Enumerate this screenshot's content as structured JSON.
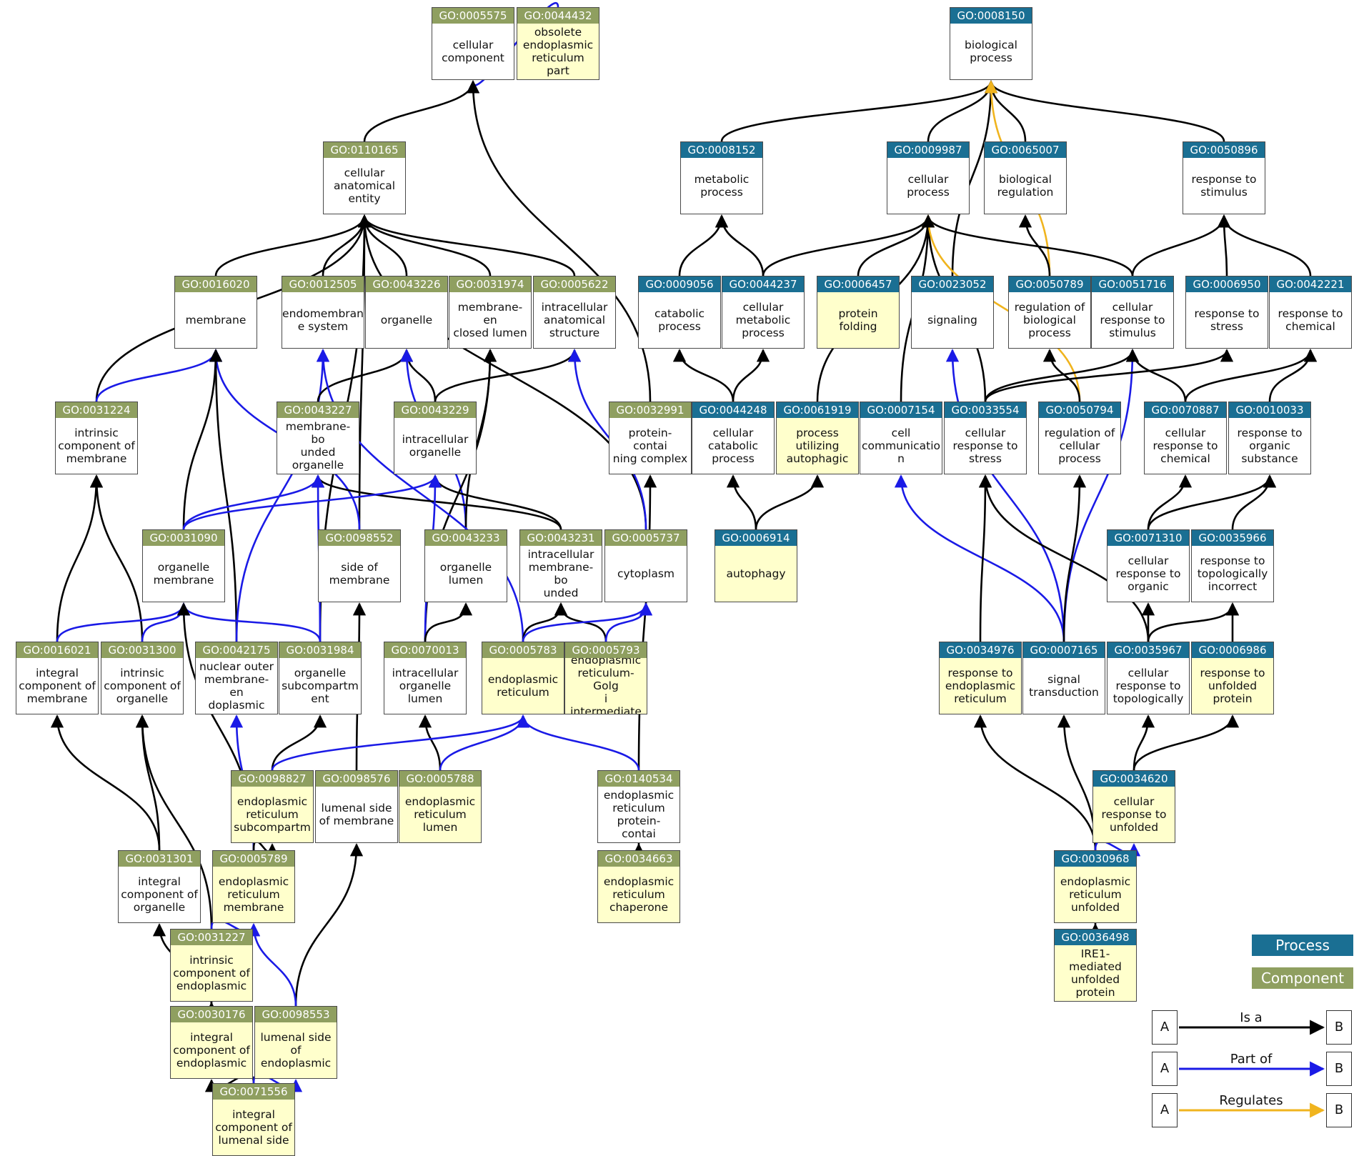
{
  "nodes": [
    {
      "id": "GO:0005575",
      "label": "cellular\ncomponent",
      "type": "component",
      "highlight": false
    },
    {
      "id": "GO:0044432",
      "label": "obsolete\nendoplasmic\nreticulum part",
      "type": "component",
      "highlight": true
    },
    {
      "id": "GO:0110165",
      "label": "cellular\nanatomical\nentity",
      "type": "component",
      "highlight": false
    },
    {
      "id": "GO:0016020",
      "label": "membrane",
      "type": "component",
      "highlight": false
    },
    {
      "id": "GO:0012505",
      "label": "endomembran\ne system",
      "type": "component",
      "highlight": false
    },
    {
      "id": "GO:0043226",
      "label": "organelle",
      "type": "component",
      "highlight": false
    },
    {
      "id": "GO:0031974",
      "label": "membrane-en\nclosed lumen",
      "type": "component",
      "highlight": false
    },
    {
      "id": "GO:0005622",
      "label": "intracellular\nanatomical\nstructure",
      "type": "component",
      "highlight": false
    },
    {
      "id": "GO:0031224",
      "label": "intrinsic\ncomponent of\nmembrane",
      "type": "component",
      "highlight": false
    },
    {
      "id": "GO:0043227",
      "label": "membrane-bo\nunded\norganelle",
      "type": "component",
      "highlight": false
    },
    {
      "id": "GO:0043229",
      "label": "intracellular\norganelle",
      "type": "component",
      "highlight": false
    },
    {
      "id": "GO:0032991",
      "label": "protein-contai\nning complex",
      "type": "component",
      "highlight": false
    },
    {
      "id": "GO:0031090",
      "label": "organelle\nmembrane",
      "type": "component",
      "highlight": false
    },
    {
      "id": "GO:0098552",
      "label": "side of\nmembrane",
      "type": "component",
      "highlight": false
    },
    {
      "id": "GO:0043233",
      "label": "organelle\nlumen",
      "type": "component",
      "highlight": false
    },
    {
      "id": "GO:0043231",
      "label": "intracellular\nmembrane-bo\nunded",
      "type": "component",
      "highlight": false
    },
    {
      "id": "GO:0005737",
      "label": "cytoplasm",
      "type": "component",
      "highlight": false
    },
    {
      "id": "GO:0016021",
      "label": "integral\ncomponent of\nmembrane",
      "type": "component",
      "highlight": false
    },
    {
      "id": "GO:0031300",
      "label": "intrinsic\ncomponent of\norganelle",
      "type": "component",
      "highlight": false
    },
    {
      "id": "GO:0042175",
      "label": "nuclear outer\nmembrane-en\ndoplasmic",
      "type": "component",
      "highlight": false
    },
    {
      "id": "GO:0031984",
      "label": "organelle\nsubcompartm\nent",
      "type": "component",
      "highlight": false
    },
    {
      "id": "GO:0070013",
      "label": "intracellular\norganelle\nlumen",
      "type": "component",
      "highlight": false
    },
    {
      "id": "GO:0005783",
      "label": "endoplasmic\nreticulum",
      "type": "component",
      "highlight": true
    },
    {
      "id": "GO:0005793",
      "label": "endoplasmic\nreticulum-Golg\ni intermediate",
      "type": "component",
      "highlight": true
    },
    {
      "id": "GO:0098827",
      "label": "endoplasmic\nreticulum\nsubcompartm",
      "type": "component",
      "highlight": true
    },
    {
      "id": "GO:0098576",
      "label": "lumenal side\nof membrane",
      "type": "component",
      "highlight": false
    },
    {
      "id": "GO:0005788",
      "label": "endoplasmic\nreticulum\nlumen",
      "type": "component",
      "highlight": true
    },
    {
      "id": "GO:0140534",
      "label": "endoplasmic\nreticulum\nprotein-contai",
      "type": "component",
      "highlight": false
    },
    {
      "id": "GO:0031301",
      "label": "integral\ncomponent of\norganelle",
      "type": "component",
      "highlight": false
    },
    {
      "id": "GO:0005789",
      "label": "endoplasmic\nreticulum\nmembrane",
      "type": "component",
      "highlight": true
    },
    {
      "id": "GO:0034663",
      "label": "endoplasmic\nreticulum\nchaperone",
      "type": "component",
      "highlight": true
    },
    {
      "id": "GO:0031227",
      "label": "intrinsic\ncomponent of\nendoplasmic",
      "type": "component",
      "highlight": true
    },
    {
      "id": "GO:0030176",
      "label": "integral\ncomponent of\nendoplasmic",
      "type": "component",
      "highlight": true
    },
    {
      "id": "GO:0098553",
      "label": "lumenal side\nof\nendoplasmic",
      "type": "component",
      "highlight": true
    },
    {
      "id": "GO:0071556",
      "label": "integral\ncomponent of\nlumenal side",
      "type": "component",
      "highlight": true
    },
    {
      "id": "GO:0008150",
      "label": "biological\nprocess",
      "type": "process",
      "highlight": false
    },
    {
      "id": "GO:0008152",
      "label": "metabolic\nprocess",
      "type": "process",
      "highlight": false
    },
    {
      "id": "GO:0009987",
      "label": "cellular\nprocess",
      "type": "process",
      "highlight": false
    },
    {
      "id": "GO:0065007",
      "label": "biological\nregulation",
      "type": "process",
      "highlight": false
    },
    {
      "id": "GO:0050896",
      "label": "response to\nstimulus",
      "type": "process",
      "highlight": false
    },
    {
      "id": "GO:0009056",
      "label": "catabolic\nprocess",
      "type": "process",
      "highlight": false
    },
    {
      "id": "GO:0044237",
      "label": "cellular\nmetabolic\nprocess",
      "type": "process",
      "highlight": false
    },
    {
      "id": "GO:0006457",
      "label": "protein folding",
      "type": "process",
      "highlight": true
    },
    {
      "id": "GO:0023052",
      "label": "signaling",
      "type": "process",
      "highlight": false
    },
    {
      "id": "GO:0050789",
      "label": "regulation of\nbiological\nprocess",
      "type": "process",
      "highlight": false
    },
    {
      "id": "GO:0051716",
      "label": "cellular\nresponse to\nstimulus",
      "type": "process",
      "highlight": false
    },
    {
      "id": "GO:0006950",
      "label": "response to\nstress",
      "type": "process",
      "highlight": false
    },
    {
      "id": "GO:0042221",
      "label": "response to\nchemical",
      "type": "process",
      "highlight": false
    },
    {
      "id": "GO:0044248",
      "label": "cellular\ncatabolic\nprocess",
      "type": "process",
      "highlight": false
    },
    {
      "id": "GO:0061919",
      "label": "process\nutilizing\nautophagic",
      "type": "process",
      "highlight": true
    },
    {
      "id": "GO:0007154",
      "label": "cell\ncommunicatio\nn",
      "type": "process",
      "highlight": false
    },
    {
      "id": "GO:0033554",
      "label": "cellular\nresponse to\nstress",
      "type": "process",
      "highlight": false
    },
    {
      "id": "GO:0050794",
      "label": "regulation of\ncellular\nprocess",
      "type": "process",
      "highlight": false
    },
    {
      "id": "GO:0070887",
      "label": "cellular\nresponse to\nchemical",
      "type": "process",
      "highlight": false
    },
    {
      "id": "GO:0010033",
      "label": "response to\norganic\nsubstance",
      "type": "process",
      "highlight": false
    },
    {
      "id": "GO:0006914",
      "label": "autophagy",
      "type": "process",
      "highlight": true
    },
    {
      "id": "GO:0071310",
      "label": "cellular\nresponse to\norganic",
      "type": "process",
      "highlight": false
    },
    {
      "id": "GO:0035966",
      "label": "response to\ntopologically\nincorrect",
      "type": "process",
      "highlight": false
    },
    {
      "id": "GO:0034976",
      "label": "response to\nendoplasmic\nreticulum",
      "type": "process",
      "highlight": true
    },
    {
      "id": "GO:0007165",
      "label": "signal\ntransduction",
      "type": "process",
      "highlight": false
    },
    {
      "id": "GO:0035967",
      "label": "cellular\nresponse to\ntopologically",
      "type": "process",
      "highlight": false
    },
    {
      "id": "GO:0006986",
      "label": "response to\nunfolded\nprotein",
      "type": "process",
      "highlight": true
    },
    {
      "id": "GO:0034620",
      "label": "cellular\nresponse to\nunfolded",
      "type": "process",
      "highlight": true
    },
    {
      "id": "GO:0030968",
      "label": "endoplasmic\nreticulum\nunfolded",
      "type": "process",
      "highlight": true
    },
    {
      "id": "GO:0036498",
      "label": "IRE1-mediated\nunfolded\nprotein",
      "type": "process",
      "highlight": true
    }
  ],
  "edges": [
    [
      "GO:0044432",
      "GO:0005575",
      "part_of"
    ],
    [
      "GO:0110165",
      "GO:0005575",
      "is_a"
    ],
    [
      "GO:0032991",
      "GO:0005575",
      "is_a"
    ],
    [
      "GO:0016020",
      "GO:0110165",
      "is_a"
    ],
    [
      "GO:0012505",
      "GO:0110165",
      "is_a"
    ],
    [
      "GO:0043226",
      "GO:0110165",
      "is_a"
    ],
    [
      "GO:0031974",
      "GO:0110165",
      "is_a"
    ],
    [
      "GO:0005622",
      "GO:0110165",
      "is_a"
    ],
    [
      "GO:0031224",
      "GO:0110165",
      "is_a"
    ],
    [
      "GO:0098552",
      "GO:0110165",
      "is_a"
    ],
    [
      "GO:0005737",
      "GO:0110165",
      "is_a"
    ],
    [
      "GO:0031984",
      "GO:0110165",
      "is_a"
    ],
    [
      "GO:0031224",
      "GO:0016020",
      "part_of"
    ],
    [
      "GO:0031090",
      "GO:0016020",
      "is_a"
    ],
    [
      "GO:0098552",
      "GO:0016020",
      "part_of"
    ],
    [
      "GO:0042175",
      "GO:0016020",
      "is_a"
    ],
    [
      "GO:0042175",
      "GO:0012505",
      "part_of"
    ],
    [
      "GO:0043227",
      "GO:0043226",
      "is_a"
    ],
    [
      "GO:0043229",
      "GO:0043226",
      "is_a"
    ],
    [
      "GO:0043233",
      "GO:0043226",
      "part_of"
    ],
    [
      "GO:0043233",
      "GO:0031974",
      "is_a"
    ],
    [
      "GO:0070013",
      "GO:0031974",
      "is_a"
    ],
    [
      "GO:0043229",
      "GO:0005622",
      "is_a"
    ],
    [
      "GO:0005737",
      "GO:0005622",
      "part_of"
    ],
    [
      "GO:0005783",
      "GO:0012505",
      "part_of"
    ],
    [
      "GO:0031090",
      "GO:0043227",
      "part_of"
    ],
    [
      "GO:0043231",
      "GO:0043227",
      "is_a"
    ],
    [
      "GO:0031984",
      "GO:0043227",
      "part_of"
    ],
    [
      "GO:0031090",
      "GO:0043229",
      "part_of"
    ],
    [
      "GO:0043231",
      "GO:0043229",
      "is_a"
    ],
    [
      "GO:0070013",
      "GO:0043229",
      "part_of"
    ],
    [
      "GO:0140534",
      "GO:0032991",
      "is_a"
    ],
    [
      "GO:0016021",
      "GO:0031224",
      "is_a"
    ],
    [
      "GO:0031300",
      "GO:0031224",
      "is_a"
    ],
    [
      "GO:0031300",
      "GO:0031090",
      "part_of"
    ],
    [
      "GO:0016021",
      "GO:0031090",
      "part_of"
    ],
    [
      "GO:0031984",
      "GO:0031090",
      "part_of"
    ],
    [
      "GO:0005789",
      "GO:0031090",
      "is_a"
    ],
    [
      "GO:0098576",
      "GO:0098552",
      "is_a"
    ],
    [
      "GO:0070013",
      "GO:0043233",
      "is_a"
    ],
    [
      "GO:0005783",
      "GO:0043231",
      "is_a"
    ],
    [
      "GO:0005793",
      "GO:0043231",
      "is_a"
    ],
    [
      "GO:0005783",
      "GO:0005737",
      "part_of"
    ],
    [
      "GO:0005793",
      "GO:0005737",
      "part_of"
    ],
    [
      "GO:0005788",
      "GO:0070013",
      "is_a"
    ],
    [
      "GO:0098827",
      "GO:0031984",
      "is_a"
    ],
    [
      "GO:0098827",
      "GO:0005783",
      "part_of"
    ],
    [
      "GO:0005788",
      "GO:0005783",
      "part_of"
    ],
    [
      "GO:0140534",
      "GO:0005783",
      "part_of"
    ],
    [
      "GO:0005789",
      "GO:0042175",
      "part_of"
    ],
    [
      "GO:0031301",
      "GO:0016021",
      "is_a"
    ],
    [
      "GO:0031301",
      "GO:0031300",
      "is_a"
    ],
    [
      "GO:0005789",
      "GO:0098827",
      "is_a"
    ],
    [
      "GO:0034663",
      "GO:0140534",
      "is_a"
    ],
    [
      "GO:0031227",
      "GO:0031300",
      "is_a"
    ],
    [
      "GO:0031227",
      "GO:0005789",
      "part_of"
    ],
    [
      "GO:0030176",
      "GO:0031227",
      "is_a"
    ],
    [
      "GO:0030176",
      "GO:0031301",
      "is_a"
    ],
    [
      "GO:0098553",
      "GO:0098576",
      "is_a"
    ],
    [
      "GO:0098553",
      "GO:0005789",
      "part_of"
    ],
    [
      "GO:0071556",
      "GO:0030176",
      "is_a"
    ],
    [
      "GO:0071556",
      "GO:0098553",
      "part_of"
    ],
    [
      "GO:0008152",
      "GO:0008150",
      "is_a"
    ],
    [
      "GO:0009987",
      "GO:0008150",
      "is_a"
    ],
    [
      "GO:0065007",
      "GO:0008150",
      "is_a"
    ],
    [
      "GO:0050896",
      "GO:0008150",
      "is_a"
    ],
    [
      "GO:0023052",
      "GO:0008150",
      "is_a"
    ],
    [
      "GO:0050789",
      "GO:0008150",
      "regulates"
    ],
    [
      "GO:0009056",
      "GO:0008152",
      "is_a"
    ],
    [
      "GO:0044237",
      "GO:0008152",
      "is_a"
    ],
    [
      "GO:0044237",
      "GO:0009987",
      "is_a"
    ],
    [
      "GO:0006457",
      "GO:0009987",
      "is_a"
    ],
    [
      "GO:0007154",
      "GO:0009987",
      "is_a"
    ],
    [
      "GO:0051716",
      "GO:0009987",
      "is_a"
    ],
    [
      "GO:0033554",
      "GO:0009987",
      "is_a"
    ],
    [
      "GO:0050794",
      "GO:0009987",
      "regulates"
    ],
    [
      "GO:0061919",
      "GO:0009987",
      "is_a"
    ],
    [
      "GO:0050789",
      "GO:0065007",
      "is_a"
    ],
    [
      "GO:0051716",
      "GO:0050896",
      "is_a"
    ],
    [
      "GO:0006950",
      "GO:0050896",
      "is_a"
    ],
    [
      "GO:0042221",
      "GO:0050896",
      "is_a"
    ],
    [
      "GO:0044248",
      "GO:0009056",
      "is_a"
    ],
    [
      "GO:0044248",
      "GO:0044237",
      "is_a"
    ],
    [
      "GO:0050794",
      "GO:0050789",
      "is_a"
    ],
    [
      "GO:0007165",
      "GO:0023052",
      "part_of"
    ],
    [
      "GO:0007165",
      "GO:0051716",
      "part_of"
    ],
    [
      "GO:0033554",
      "GO:0051716",
      "is_a"
    ],
    [
      "GO:0070887",
      "GO:0051716",
      "is_a"
    ],
    [
      "GO:0033554",
      "GO:0006950",
      "is_a"
    ],
    [
      "GO:0070887",
      "GO:0042221",
      "is_a"
    ],
    [
      "GO:0010033",
      "GO:0042221",
      "is_a"
    ],
    [
      "GO:0006914",
      "GO:0044248",
      "is_a"
    ],
    [
      "GO:0006914",
      "GO:0061919",
      "is_a"
    ],
    [
      "GO:0007165",
      "GO:0007154",
      "part_of"
    ],
    [
      "GO:0007165",
      "GO:0050794",
      "is_a"
    ],
    [
      "GO:0034976",
      "GO:0033554",
      "is_a"
    ],
    [
      "GO:0035967",
      "GO:0033554",
      "is_a"
    ],
    [
      "GO:0071310",
      "GO:0070887",
      "is_a"
    ],
    [
      "GO:0071310",
      "GO:0010033",
      "is_a"
    ],
    [
      "GO:0035966",
      "GO:0010033",
      "is_a"
    ],
    [
      "GO:0035967",
      "GO:0071310",
      "is_a"
    ],
    [
      "GO:0035967",
      "GO:0035966",
      "is_a"
    ],
    [
      "GO:0006986",
      "GO:0035966",
      "is_a"
    ],
    [
      "GO:0034620",
      "GO:0035967",
      "is_a"
    ],
    [
      "GO:0034620",
      "GO:0006986",
      "is_a"
    ],
    [
      "GO:0030968",
      "GO:0034976",
      "is_a"
    ],
    [
      "GO:0030968",
      "GO:0007165",
      "is_a"
    ],
    [
      "GO:0030968",
      "GO:0034620",
      "part_of"
    ],
    [
      "GO:0036498",
      "GO:0030968",
      "is_a"
    ]
  ],
  "legend": {
    "process": "Process",
    "component": "Component",
    "node_a": "A",
    "node_b": "B",
    "is_a": "Is a",
    "part_of": "Part of",
    "regulates": "Regulates"
  },
  "colors": {
    "process_header": "#1a6f93",
    "component_header": "#8f9f60",
    "highlight_fill": "#ffffcc",
    "is_a": "#000000",
    "part_of": "#1a1ae6",
    "regulates": "#f0b41e"
  }
}
